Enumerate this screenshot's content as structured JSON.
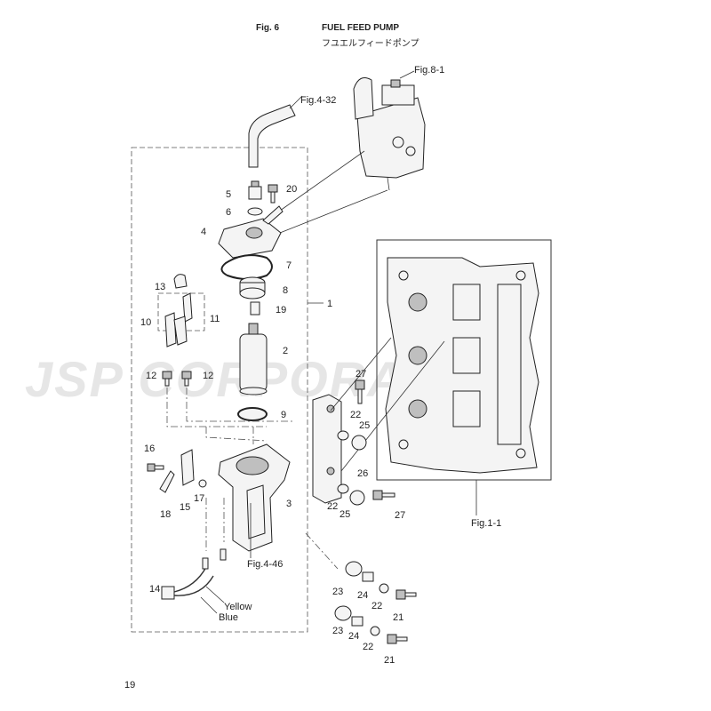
{
  "header": {
    "fig_label": "Fig. 6",
    "title": "FUEL FEED PUMP",
    "title_jp": "フユエルフィードポンプ"
  },
  "watermark": "JSP CORPORATION",
  "page_number": "19",
  "refs": {
    "fig_4_32": "Fig.4-32",
    "fig_8_1": "Fig.8-1",
    "fig_1_1": "Fig.1-1",
    "fig_4_46": "Fig.4-46"
  },
  "wire_labels": {
    "yellow": "Yellow",
    "blue": "Blue"
  },
  "part_numbers": {
    "p1": "1",
    "p2": "2",
    "p3": "3",
    "p4": "4",
    "p5": "5",
    "p6": "6",
    "p7": "7",
    "p8": "8",
    "p9": "9",
    "p10": "10",
    "p11": "11",
    "p12a": "12",
    "p12b": "12",
    "p13": "13",
    "p14": "14",
    "p15": "15",
    "p16": "16",
    "p17": "17",
    "p18": "18",
    "p19": "19",
    "p20": "20",
    "p21a": "21",
    "p21b": "21",
    "p22a": "22",
    "p22b": "22",
    "p22c": "22",
    "p22d": "22",
    "p23a": "23",
    "p23b": "23",
    "p24a": "24",
    "p24b": "24",
    "p25a": "25",
    "p25b": "25",
    "p26": "26",
    "p27a": "27",
    "p27b": "27"
  }
}
